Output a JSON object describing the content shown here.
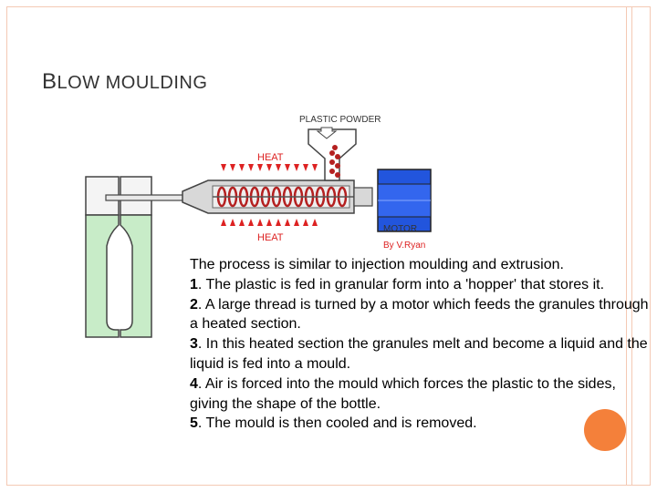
{
  "slide": {
    "title_first": "B",
    "title_rest": "LOW MOULDING"
  },
  "diagram": {
    "label_powder": "PLASTIC POWDER",
    "label_heat_top": "HEAT",
    "label_heat_bottom": "HEAT",
    "label_motor": "MOTOR",
    "label_credit": "By V.Ryan",
    "colors": {
      "mould": "#c8ecc8",
      "motor": "#2255dd",
      "heat": "#dd2222",
      "coil": "#b42020",
      "barrel": "#d8d8d8"
    }
  },
  "text": {
    "intro": "The process is similar to injection moulding and extrusion.",
    "steps": [
      {
        "num": "1",
        "text": ". The plastic is fed in granular form into a 'hopper' that stores it."
      },
      {
        "num": "2",
        "text": ". A large thread is turned by a motor which feeds the granules through a heated section."
      },
      {
        "num": "3",
        "text": ". In this heated section the granules melt and become a liquid and the liquid is fed into a mould."
      },
      {
        "num": "4",
        "text": ". Air is forced into the mould which forces the plastic to the sides, giving the shape of the bottle."
      },
      {
        "num": "5",
        "text": ".  The mould is then cooled and is removed."
      }
    ]
  }
}
